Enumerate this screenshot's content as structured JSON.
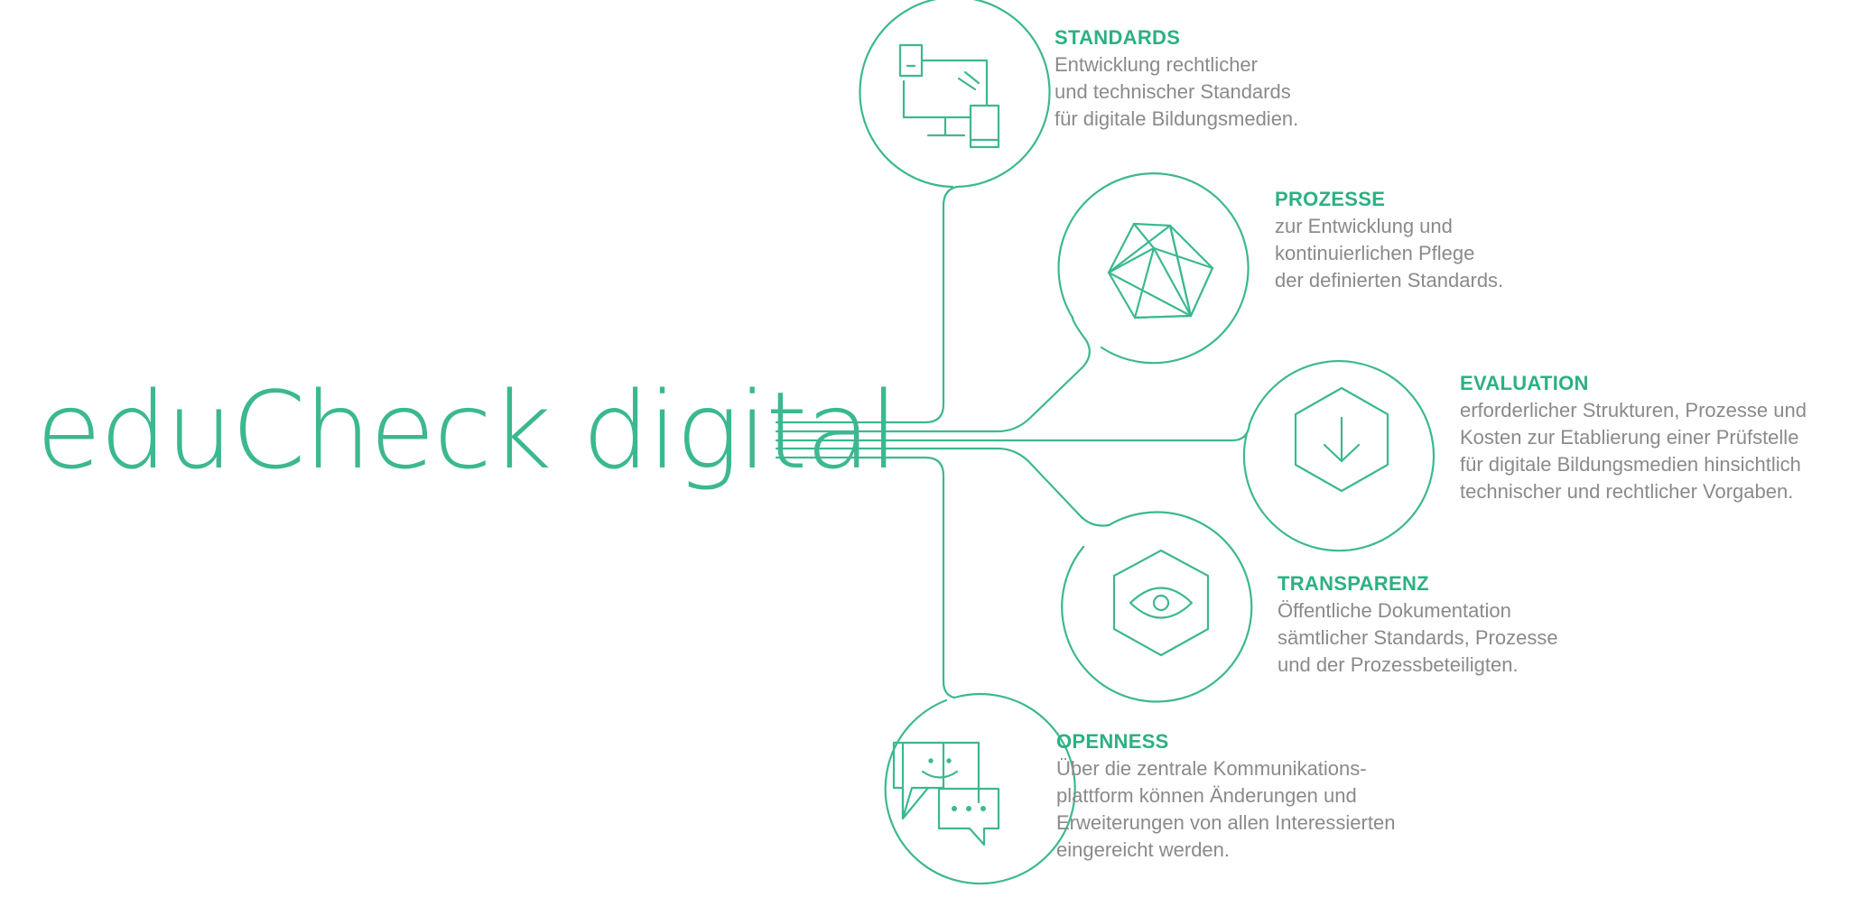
{
  "title": "eduCheck digital",
  "colors": {
    "accent": "#3cb890",
    "heading": "#2db082",
    "body_text": "#8a8a8a"
  },
  "pillars": [
    {
      "heading": "STANDARDS",
      "icon": "devices-icon",
      "lines": [
        "Entwicklung rechtlicher",
        "und technischer Standards",
        "für digitale Bildungsmedien."
      ]
    },
    {
      "heading": "PROZESSE",
      "icon": "polyhedron-icon",
      "lines": [
        "zur Entwicklung und",
        "kontinuierlichen Pflege",
        "der definierten Standards."
      ]
    },
    {
      "heading": "EVALUATION",
      "icon": "hexagon-arrow-down-icon",
      "lines": [
        "erforderlicher Strukturen, Prozesse und",
        "Kosten zur Etablierung einer Prüfstelle",
        "für digitale Bildungsmedien hinsichtlich",
        "technischer und rechtlicher Vorgaben."
      ]
    },
    {
      "heading": "TRANSPARENZ",
      "icon": "hexagon-eye-icon",
      "lines": [
        "Öffentliche Dokumentation",
        "sämtlicher Standards, Prozesse",
        "und der Prozessbeteiligten."
      ]
    },
    {
      "heading": "OPENNESS",
      "icon": "chat-bubbles-icon",
      "lines": [
        "Über die zentrale Kommunikations-",
        "plattform können Änderungen und",
        "Erweiterungen von allen Interessierten",
        "eingereicht werden."
      ]
    }
  ]
}
